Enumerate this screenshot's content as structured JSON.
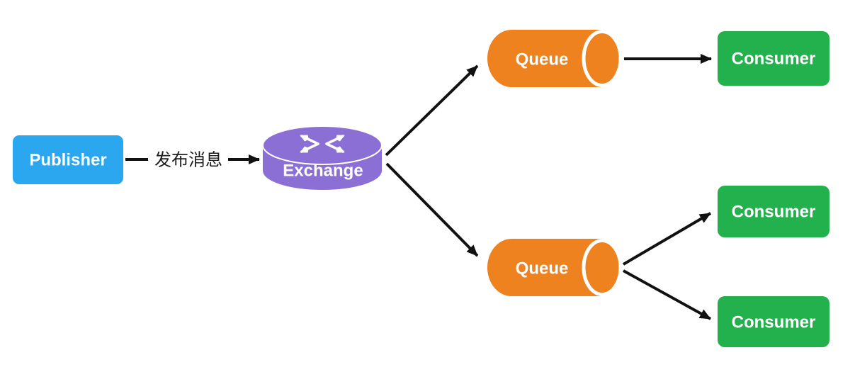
{
  "diagram": {
    "background": "#ffffff",
    "arrow_color": "#111111",
    "publisher": {
      "label": "Publisher",
      "fill": "#2AA7EF"
    },
    "publish_edge_label": "发布消息",
    "exchange": {
      "label": "Exchange",
      "fill": "#8C6FD4",
      "icon": "routing-arrows-icon"
    },
    "queue_fill": "#ED821F",
    "queues": [
      {
        "label": "Queue"
      },
      {
        "label": "Queue"
      }
    ],
    "consumer_fill": "#22B14C",
    "consumers": [
      {
        "label": "Consumer"
      },
      {
        "label": "Consumer"
      },
      {
        "label": "Consumer"
      }
    ]
  }
}
